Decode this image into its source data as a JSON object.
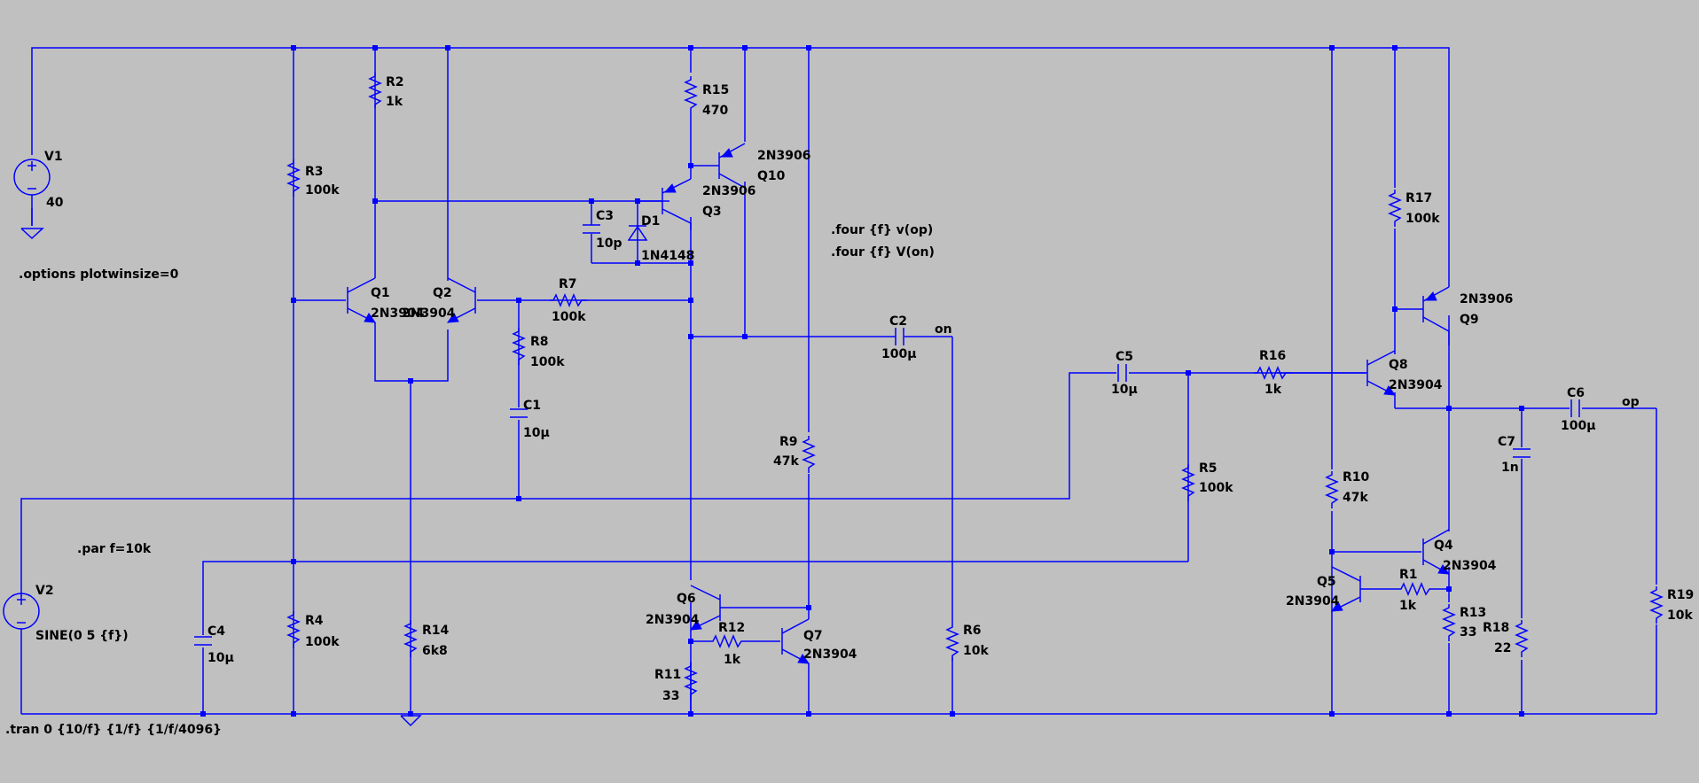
{
  "colors": {
    "background": "#c0c0c0",
    "wire": "#0000ff",
    "text": "#000000"
  },
  "components": [
    {
      "ref": "V1",
      "value": "40"
    },
    {
      "ref": "V2",
      "value": "SINE(0 5 {f})"
    },
    {
      "ref": "R1",
      "value": "1k"
    },
    {
      "ref": "R2",
      "value": "1k"
    },
    {
      "ref": "R3",
      "value": "100k"
    },
    {
      "ref": "R4",
      "value": "100k"
    },
    {
      "ref": "R5",
      "value": "100k"
    },
    {
      "ref": "R6",
      "value": "10k"
    },
    {
      "ref": "R7",
      "value": "100k"
    },
    {
      "ref": "R8",
      "value": "100k"
    },
    {
      "ref": "R9",
      "value": "47k"
    },
    {
      "ref": "R10",
      "value": "47k"
    },
    {
      "ref": "R11",
      "value": "33"
    },
    {
      "ref": "R12",
      "value": "1k"
    },
    {
      "ref": "R13",
      "value": "33"
    },
    {
      "ref": "R14",
      "value": "6k8"
    },
    {
      "ref": "R15",
      "value": "470"
    },
    {
      "ref": "R16",
      "value": "1k"
    },
    {
      "ref": "R17",
      "value": "100k"
    },
    {
      "ref": "R18",
      "value": "22"
    },
    {
      "ref": "R19",
      "value": "10k"
    },
    {
      "ref": "C1",
      "value": "10µ"
    },
    {
      "ref": "C2",
      "value": "100µ"
    },
    {
      "ref": "C3",
      "value": "10p"
    },
    {
      "ref": "C4",
      "value": "10µ"
    },
    {
      "ref": "C5",
      "value": "10µ"
    },
    {
      "ref": "C6",
      "value": "100µ"
    },
    {
      "ref": "C7",
      "value": "1n"
    },
    {
      "ref": "D1",
      "value": "1N4148"
    },
    {
      "ref": "Q1",
      "value": "2N3904"
    },
    {
      "ref": "Q2",
      "value": "2N3904"
    },
    {
      "ref": "Q3",
      "value": "2N3906"
    },
    {
      "ref": "Q4",
      "value": "2N3904"
    },
    {
      "ref": "Q5",
      "value": "2N3904"
    },
    {
      "ref": "Q6",
      "value": "2N3904"
    },
    {
      "ref": "Q7",
      "value": "2N3904"
    },
    {
      "ref": "Q8",
      "value": "2N3904"
    },
    {
      "ref": "Q9",
      "value": "2N3906"
    },
    {
      "ref": "Q10",
      "value": "2N3906"
    }
  ],
  "net_labels": [
    "on",
    "op"
  ],
  "directives": {
    "options": ".options plotwinsize=0",
    "param": ".par f=10k",
    "four_op": ".four {f} v(op)",
    "four_on": ".four {f} V(on)",
    "tran": ".tran 0 {10/f} {1/f} {1/f/4096}"
  }
}
